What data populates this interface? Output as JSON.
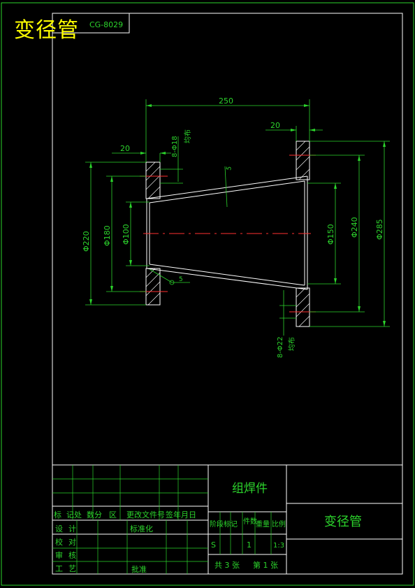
{
  "title_overlay": "变径管",
  "drawing_no": "CG-8029",
  "dimensions": {
    "total_length": "250",
    "left_flange_thickness": "20",
    "right_flange_thickness": "20",
    "left_holes": "8-Φ18",
    "left_holes_note": "均布",
    "right_holes": "8-Φ22",
    "right_holes_note": "均布",
    "left_outer": "Φ220",
    "left_bolt_circle": "Φ180",
    "left_bore": "Φ100",
    "right_bore": "Φ150",
    "right_bolt_circle": "Φ240",
    "right_outer": "Φ285",
    "wall_thickness": "5",
    "weld_symbol": "5"
  },
  "title_block": {
    "assembly_name": "组焊件",
    "part_name": "变径管",
    "header_row": [
      "标",
      "记处",
      "数分",
      "区",
      "更改文件号",
      "签",
      "年月日"
    ],
    "row_labels": [
      "设",
      "计",
      "校",
      "对",
      "审",
      "核",
      "工",
      "艺"
    ],
    "standardization": "标准化",
    "approval": "批准",
    "stage_headers": [
      "阶段标记",
      "件数",
      "重量",
      "比例"
    ],
    "stage_values": [
      "S",
      "1",
      "1:3"
    ],
    "sheets_total": "共 3 张",
    "sheet_no": "第 1 张"
  }
}
